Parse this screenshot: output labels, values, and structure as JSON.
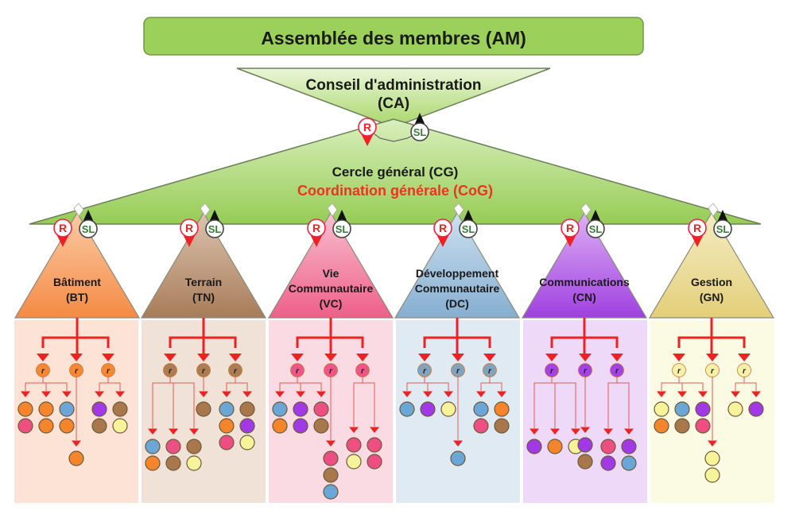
{
  "assembly": {
    "label": "Assemblée des membres (AM)"
  },
  "board": {
    "line1": "Conseil d'administration",
    "line2": "(CA)"
  },
  "general_circle": {
    "line1": "Cercle général (CG)",
    "line2": "Coordination générale (CoG)"
  },
  "link_badges": {
    "rep": "R",
    "second": "SL",
    "sub_rep": "r"
  },
  "colors": {
    "green": "#9bd15a",
    "green_light": "#dff0c4",
    "arrow_red": "#ee2222",
    "text_red": "#ee3322",
    "text_dark": "#1a1a1a",
    "sl_ring": "#3c7a3c",
    "r_ring": "#e33"
  },
  "palette": {
    "orange": "#f5842a",
    "brown": "#a9774c",
    "pink": "#ee4f83",
    "blue": "#6aa6d6",
    "purple": "#a13ae6",
    "yellow": "#f6f39a"
  },
  "circles": [
    {
      "line1": "Bâtiment",
      "line2": "(BT)",
      "line3": "",
      "fill": "#f58a45",
      "fill_top": "#fbcba5",
      "panel": "#fde3d6",
      "sub": "#f5842a",
      "groups": [
        {
          "rows": [
            [
              "orange",
              "pink"
            ],
            [
              "orange",
              "orange"
            ],
            [
              "blue",
              "orange"
            ]
          ]
        },
        {
          "rows": [
            [
              "orange"
            ]
          ],
          "long": 1
        },
        {
          "rows": [
            [
              "purple",
              "brown"
            ],
            [
              "brown",
              "yellow"
            ]
          ]
        }
      ]
    },
    {
      "line1": "Terrain",
      "line2": "(TN)",
      "line3": "",
      "fill": "#a77c5a",
      "fill_top": "#dcc3ae",
      "panel": "#f0e2d6",
      "sub": "#a9774c",
      "groups": [
        {
          "rows": [
            [
              "blue",
              "orange"
            ],
            [
              "pink",
              "brown"
            ],
            [
              "brown",
              "yellow"
            ]
          ],
          "long": 3
        },
        {
          "rows": [
            [
              "brown"
            ]
          ]
        },
        {
          "rows": [
            [
              "blue",
              "orange",
              "pink"
            ],
            [
              "brown",
              "purple",
              "yellow"
            ]
          ]
        }
      ]
    },
    {
      "line1": "Vie",
      "line2": "Communautaire",
      "line3": "(VC)",
      "fill": "#ee5f88",
      "fill_top": "#f8bfd0",
      "panel": "#fbdbe3",
      "sub": "#ee4f83",
      "groups": [
        {
          "rows": [
            [
              "blue",
              "orange"
            ],
            [
              "purple",
              "purple"
            ],
            [
              "pink",
              "brown"
            ]
          ]
        },
        {
          "rows": [
            [
              "pink",
              "brown",
              "blue"
            ]
          ],
          "long": 1
        },
        {
          "rows": [
            [
              "pink",
              "yellow"
            ],
            [
              "pink",
              "pink"
            ]
          ],
          "long": 2
        }
      ]
    },
    {
      "line1": "Développement",
      "line2": "Communautaire",
      "line3": "(DC)",
      "fill": "#86aed0",
      "fill_top": "#cde0ef",
      "panel": "#e0eaf3",
      "sub": "#7f9fb9",
      "groups": [
        {
          "rows": [
            [
              "blue"
            ],
            [
              "purple"
            ],
            [
              "yellow"
            ]
          ]
        },
        {
          "rows": [
            [
              "blue"
            ]
          ],
          "long": 1
        },
        {
          "rows": [
            [
              "blue",
              "pink"
            ],
            [
              "orange",
              "brown"
            ]
          ]
        }
      ]
    },
    {
      "line1": "Communications",
      "line2": "(CN)",
      "line3": "",
      "fill": "#a040e0",
      "fill_top": "#dcb0f5",
      "panel": "#eed9f8",
      "sub": "#a13ae6",
      "groups": [
        {
          "rows": [
            [
              "purple"
            ],
            [
              "orange"
            ],
            [
              "yellow"
            ]
          ],
          "long": 3
        },
        {
          "rows": [
            [
              "purple",
              "brown"
            ]
          ],
          "long": 2
        },
        {
          "rows": [
            [
              "pink",
              "purple"
            ],
            [
              "purple",
              "blue"
            ]
          ],
          "long": 3
        }
      ]
    },
    {
      "line1": "Gestion",
      "line2": "(GN)",
      "line3": "",
      "fill": "#e3cf79",
      "fill_top": "#f4ecc3",
      "panel": "#fbfae3",
      "sub": "#f6f0a6",
      "groups": [
        {
          "rows": [
            [
              "yellow",
              "orange"
            ],
            [
              "blue",
              "brown"
            ],
            [
              "purple",
              "pink"
            ]
          ]
        },
        {
          "rows": [
            [
              "yellow",
              "yellow"
            ]
          ],
          "long": 1
        },
        {
          "rows": [
            [
              "yellow"
            ],
            [
              "purple"
            ]
          ]
        }
      ]
    }
  ]
}
